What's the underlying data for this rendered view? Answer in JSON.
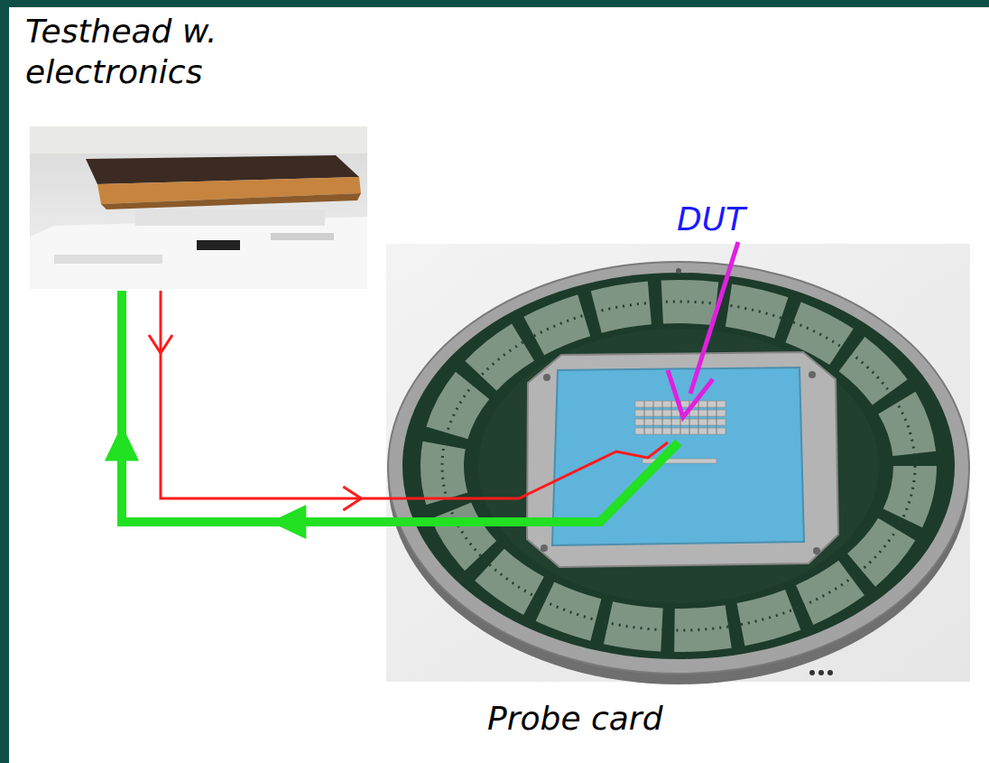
{
  "diagram": {
    "nodes": [
      {
        "text": [
          "Testhead w. electronics"
        ]
      },
      {
        "text": [
          "Probe card"
        ]
      },
      {
        "text": [
          "DUT"
        ],
        "in": 1
      }
    ],
    "edges": [
      {
        "from": 0,
        "to": 2,
        "arrow": "to"
      },
      {
        "from": 2,
        "to": 0,
        "arrow": "to"
      }
    ]
  }
}
